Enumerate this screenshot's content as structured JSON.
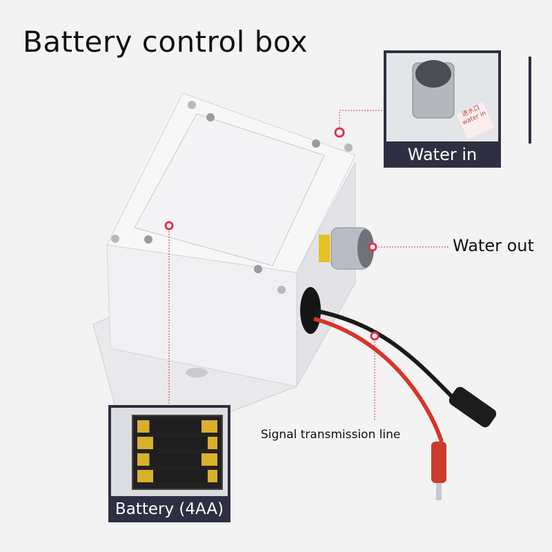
{
  "title": "Battery control box",
  "callouts": {
    "water_in": "Water in",
    "water_out": "Water out",
    "signal_line": "Signal transmission line",
    "battery": "Battery (4AA)"
  },
  "sticker_text": {
    "cn": "进水口",
    "en": "water in"
  },
  "colors": {
    "inset_frame": "#2e2f40",
    "callout_dot": "#e0314f",
    "cable_red": "#d8342c"
  }
}
